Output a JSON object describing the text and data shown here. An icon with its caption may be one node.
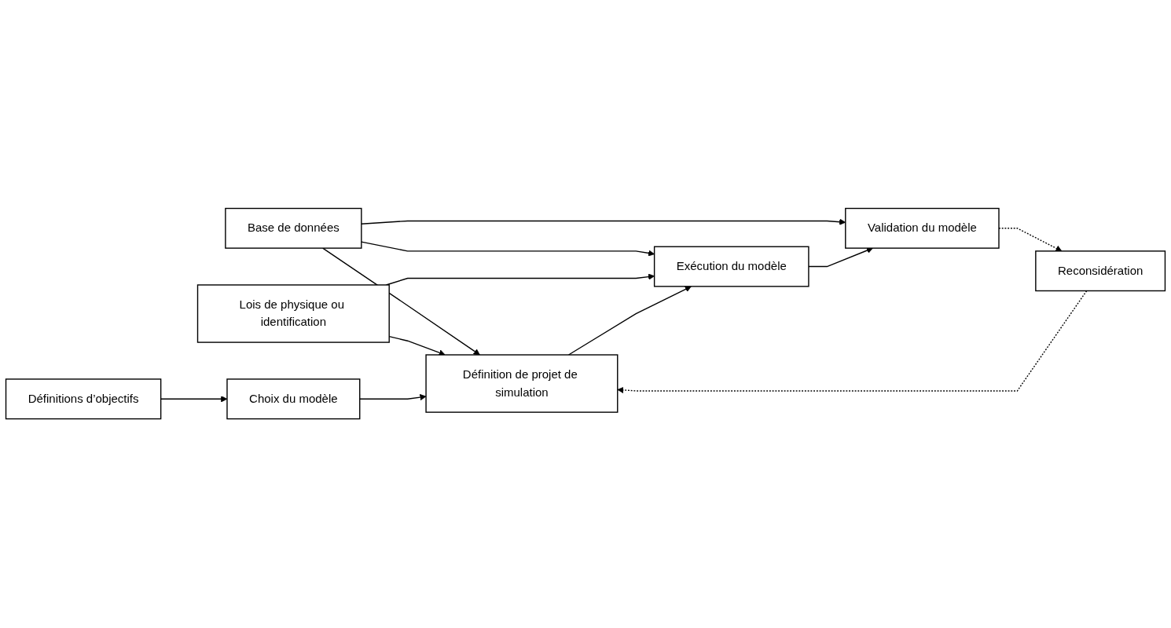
{
  "diagram": {
    "nodes": [
      {
        "text": [
          "Base de données"
        ]
      },
      {
        "text": [
          "Lois de physique ou identification"
        ]
      },
      {
        "text": [
          "Définitions d’objectifs"
        ]
      },
      {
        "text": [
          "Choix du modèle"
        ]
      },
      {
        "text": [
          "Définition de projet de simulation"
        ]
      },
      {
        "text": [
          "Exécution du modèle"
        ]
      },
      {
        "text": [
          "Validation du modèle"
        ]
      },
      {
        "text": [
          "Reconsidération"
        ]
      }
    ],
    "edges": [
      {
        "from": 0,
        "to": 4,
        "arrow": "to"
      },
      {
        "from": 0,
        "to": 5,
        "arrow": "to"
      },
      {
        "from": 0,
        "to": 6,
        "arrow": "to"
      },
      {
        "from": 1,
        "to": 4,
        "arrow": "to"
      },
      {
        "from": 1,
        "to": 5,
        "arrow": "to"
      },
      {
        "from": 2,
        "to": 3,
        "arrow": "to"
      },
      {
        "from": 3,
        "to": 4,
        "arrow": "to"
      },
      {
        "from": 4,
        "to": 5,
        "arrow": "to"
      },
      {
        "from": 5,
        "to": 6,
        "arrow": "to"
      },
      {
        "from": 6,
        "to": 7,
        "arrow": "to",
        "style": "dashed"
      },
      {
        "from": 7,
        "to": 4,
        "arrow": "to",
        "style": "dashed"
      }
    ]
  }
}
